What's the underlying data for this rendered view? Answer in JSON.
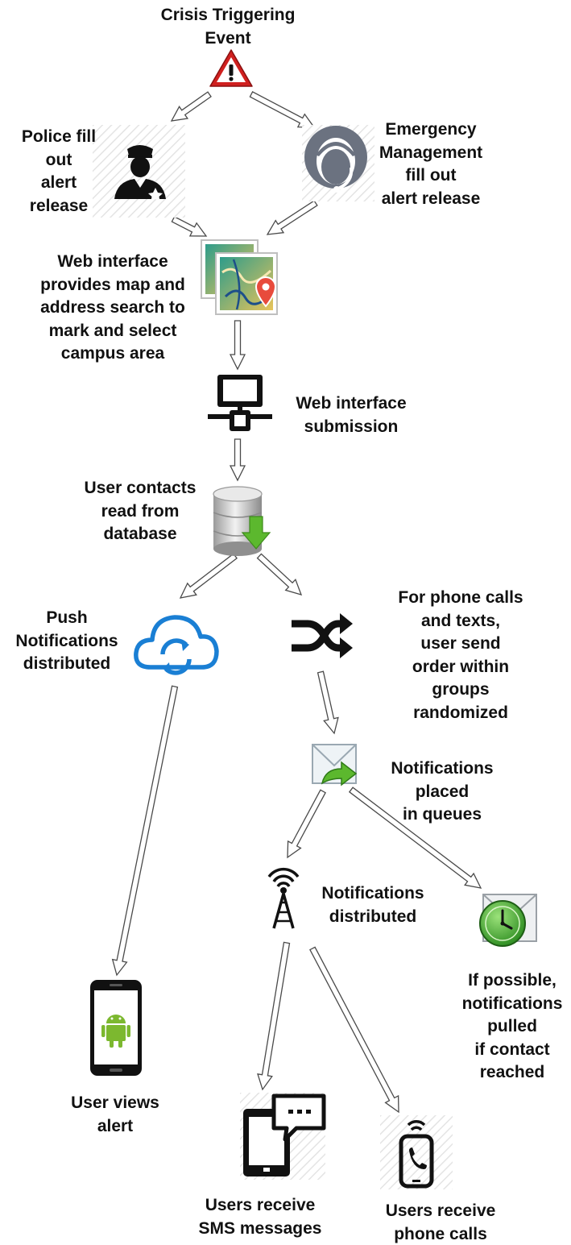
{
  "nodes": {
    "crisis_event": "Crisis Triggering\nEvent",
    "police": "Police fill\nout\nalert\nrelease",
    "emergency_management": "Emergency\nManagement\nfill out\nalert release",
    "web_map": "Web interface\nprovides map and\naddress search to\nmark and select\ncampus area",
    "web_submission": "Web interface\nsubmission",
    "database": "User contacts\nread from\ndatabase",
    "push": "Push\nNotifications\ndistributed",
    "randomize": "For phone calls\nand texts,\nuser send\norder within\ngroups\nrandomized",
    "queues": "Notifications\nplaced\nin queues",
    "distributed": "Notifications\ndistributed",
    "pulled": "If possible,\nnotifications\npulled\nif contact\nreached",
    "user_views": "User views\nalert",
    "sms": "Users receive\nSMS messages",
    "phone_calls": "Users receive\nphone calls"
  },
  "icons": [
    "warning-icon",
    "police-officer-icon",
    "headset-operator-icon",
    "map-pin-icon",
    "network-computer-icon",
    "database-download-icon",
    "cloud-sync-icon",
    "shuffle-icon",
    "email-forward-icon",
    "antenna-tower-icon",
    "email-clock-icon",
    "android-phone-icon",
    "sms-phone-icon",
    "phone-call-icon"
  ],
  "colors": {
    "warning_red": "#d0201f",
    "headset_gray": "#6b7280",
    "cloud_blue": "#1a7fd4",
    "db_green": "#5cb82e",
    "android_green": "#7cb82f",
    "clock_green": "#3a9a2a"
  }
}
